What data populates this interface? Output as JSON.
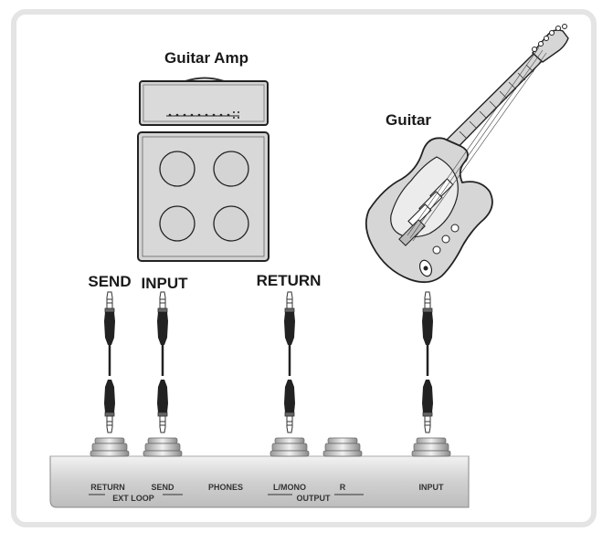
{
  "labels": {
    "guitar_amp": "Guitar Amp",
    "guitar": "Guitar",
    "send": "SEND",
    "input": "INPUT",
    "return": "RETURN"
  },
  "panel": {
    "return": "RETURN",
    "send": "SEND",
    "ext_loop": "EXT LOOP",
    "phones": "PHONES",
    "l_mono": "L/MONO",
    "r": "R",
    "output": "OUTPUT",
    "input": "INPUT"
  },
  "icons": [
    "guitar-amp-head-icon",
    "speaker-cabinet-icon",
    "electric-guitar-icon",
    "cable-plug-icon",
    "jack-socket-icon"
  ],
  "colors": {
    "device": "#d9d9d9",
    "outline": "#333333",
    "panel": "#cfcfcf",
    "cable": "#222222"
  }
}
